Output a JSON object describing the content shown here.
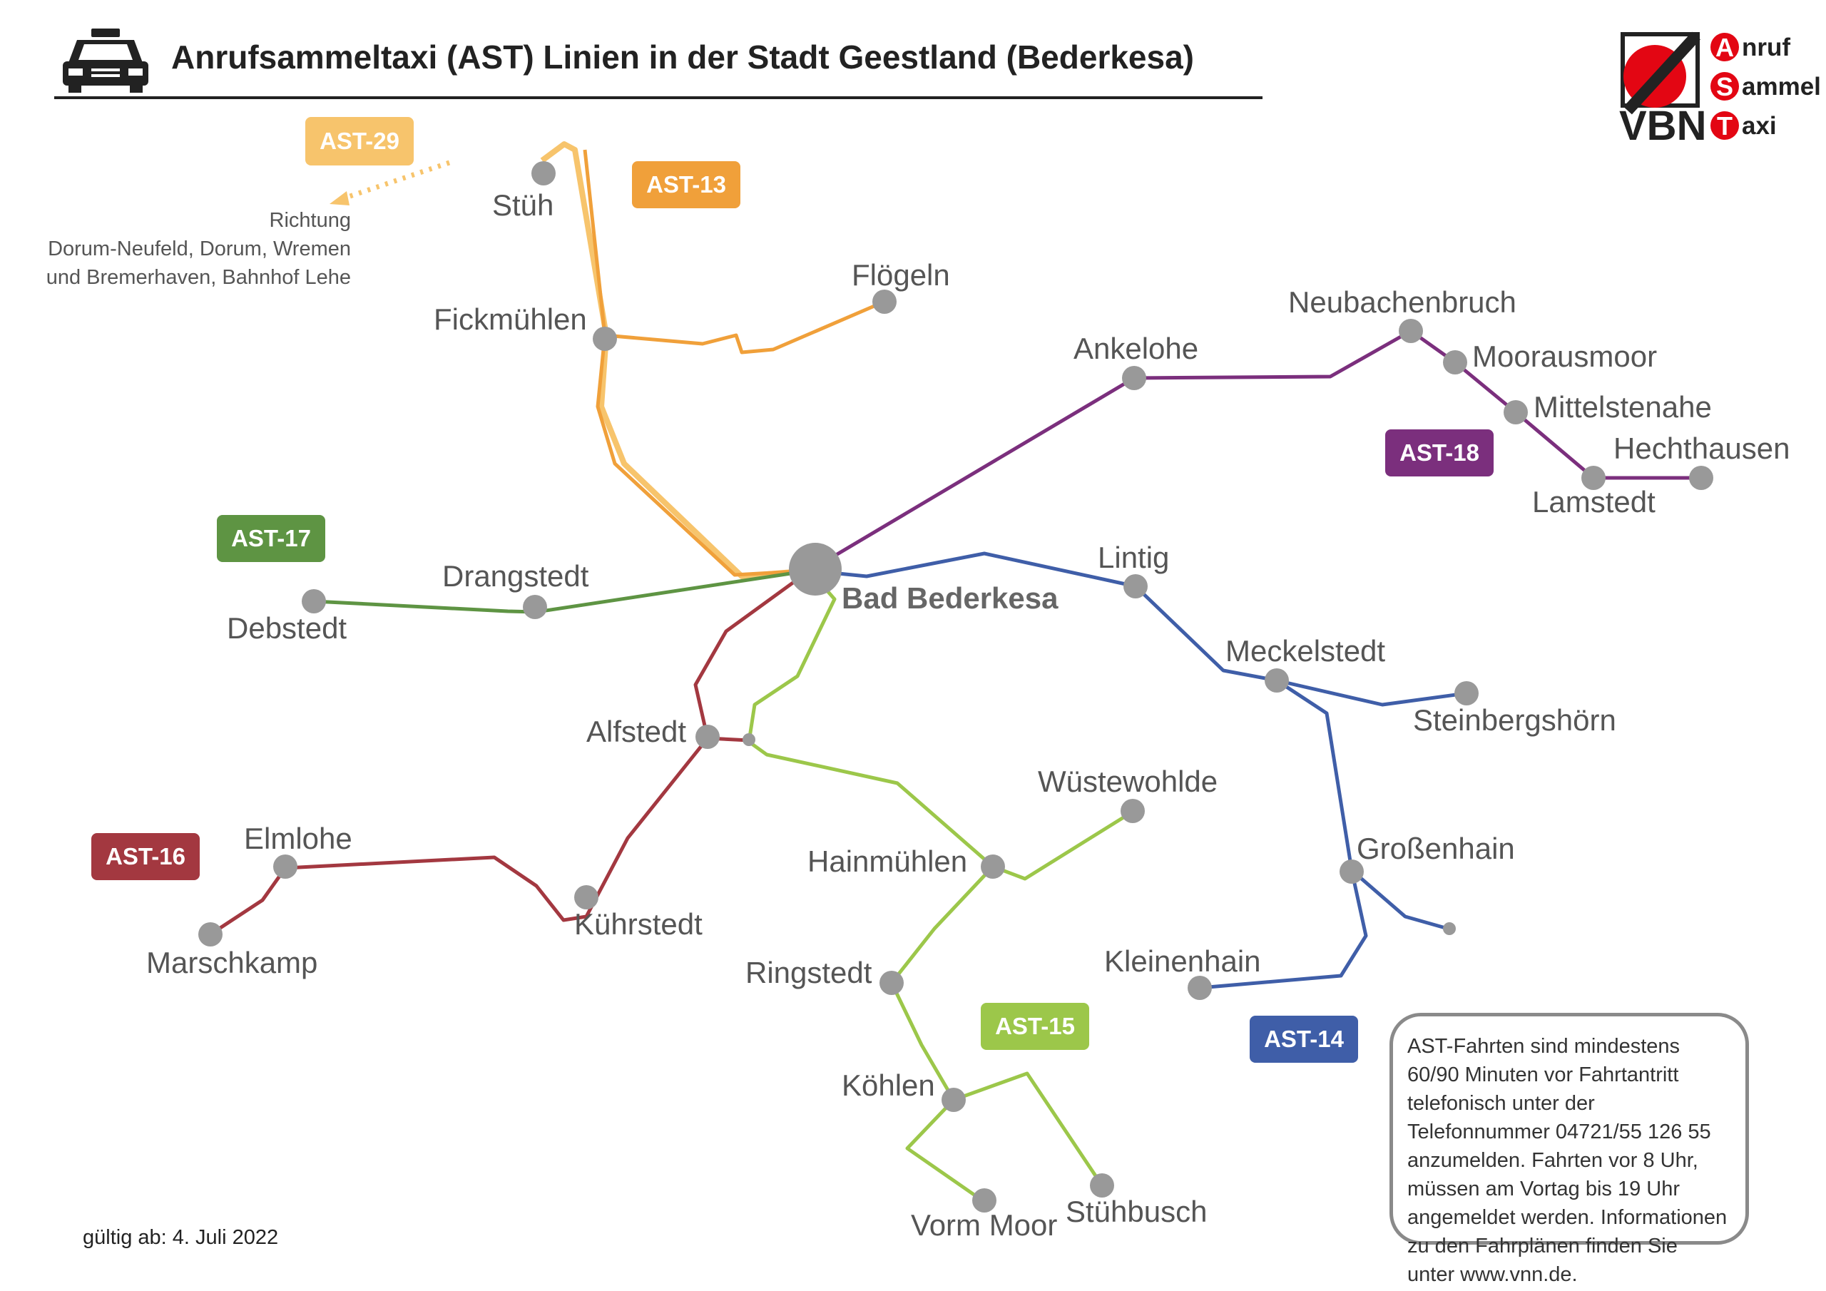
{
  "header": {
    "title": "Anrufsammeltaxi (AST) Linien in der Stadt Geestland (Bederkesa)"
  },
  "logo": {
    "letters": [
      "A",
      "S",
      "T"
    ],
    "words": [
      "nruf",
      "ammel",
      "axi"
    ],
    "brand": "VBN",
    "accent": "#e30613"
  },
  "direction_note": [
    "Richtung",
    "Dorum-Neufeld, Dorum, Wremen",
    "und Bremerhaven, Bahnhof Lehe"
  ],
  "lines": [
    {
      "id": "ast29",
      "label": "AST-29",
      "color": "#f7c46c"
    },
    {
      "id": "ast13",
      "label": "AST-13",
      "color": "#f0a03a"
    },
    {
      "id": "ast17",
      "label": "AST-17",
      "color": "#5e9443"
    },
    {
      "id": "ast18",
      "label": "AST-18",
      "color": "#7b2f7d"
    },
    {
      "id": "ast14",
      "label": "AST-14",
      "color": "#3f5ea8"
    },
    {
      "id": "ast16",
      "label": "AST-16",
      "color": "#a33840"
    },
    {
      "id": "ast15",
      "label": "AST-15",
      "color": "#9cc74a"
    }
  ],
  "stops": [
    {
      "name": "Bad Bederkesa",
      "major": true
    },
    {
      "name": "Stüh"
    },
    {
      "name": "Fickmühlen"
    },
    {
      "name": "Flögeln"
    },
    {
      "name": "Ankelohe"
    },
    {
      "name": "Neubachenbruch"
    },
    {
      "name": "Moorausmoor"
    },
    {
      "name": "Mittelstenahe"
    },
    {
      "name": "Hechthausen"
    },
    {
      "name": "Lamstedt"
    },
    {
      "name": "Lintig"
    },
    {
      "name": "Meckelstedt"
    },
    {
      "name": "Steinbergshörn"
    },
    {
      "name": "Großenhain"
    },
    {
      "name": "Kleinenhain"
    },
    {
      "name": "Drangstedt"
    },
    {
      "name": "Debstedt"
    },
    {
      "name": "Alfstedt"
    },
    {
      "name": "Elmlohe"
    },
    {
      "name": "Marschkamp"
    },
    {
      "name": "Kührstedt"
    },
    {
      "name": "Wüstewohlde"
    },
    {
      "name": "Hainmühlen"
    },
    {
      "name": "Ringstedt"
    },
    {
      "name": "Köhlen"
    },
    {
      "name": "Vorm Moor"
    },
    {
      "name": "Stühbusch"
    }
  ],
  "info_text": "AST-Fahrten sind mindestens 60/90 Minuten vor Fahrtantritt telefonisch unter der Telefonnummer 04721/55 126 55 anzumelden. Fahrten vor 8 Uhr, müssen am Vortag bis 19 Uhr angemeldet werden. Informationen zu den Fahrplänen finden Sie unter www.vnn.de.",
  "valid_from": "gültig ab: 4. Juli 2022"
}
